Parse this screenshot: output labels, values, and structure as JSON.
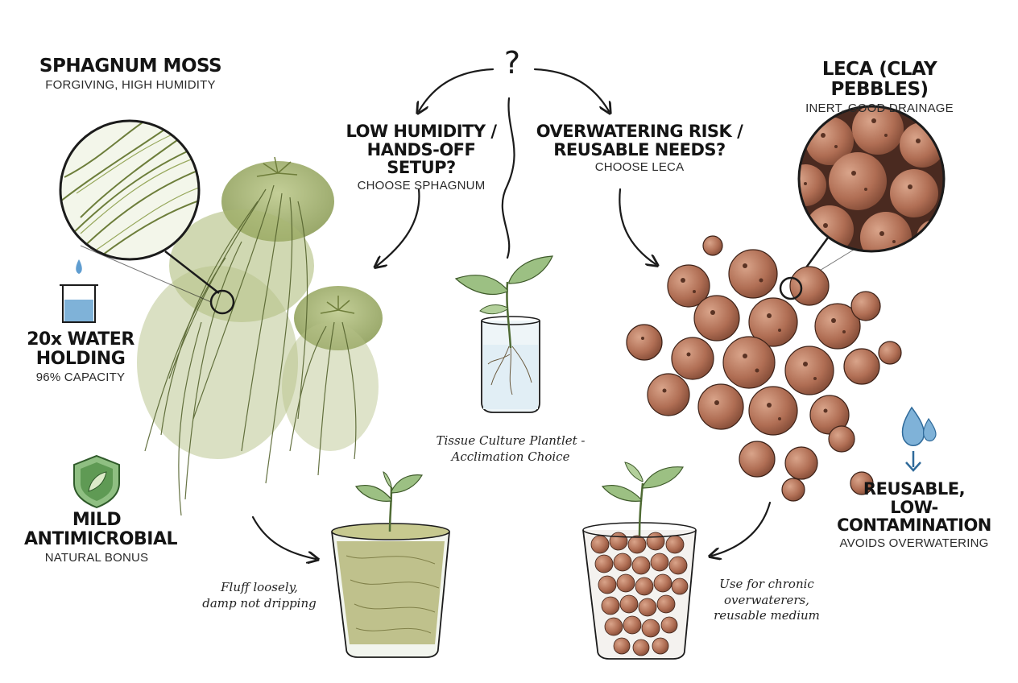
{
  "center": {
    "question_mark": "?",
    "left_question": {
      "line1": "LOW HUMIDITY /",
      "line2": "HANDS-OFF SETUP?",
      "choice": "CHOOSE SPHAGNUM"
    },
    "right_question": {
      "line1": "OVERWATERING RISK /",
      "line2": "REUSABLE NEEDS?",
      "choice": "CHOOSE LECA"
    },
    "plantlet_caption": {
      "line1": "Tissue Culture Plantlet -",
      "line2": "Acclimation Choice"
    }
  },
  "sphagnum": {
    "title": "SPHAGNUM MOSS",
    "subtitle": "FORGIVING, HIGH HUMIDITY",
    "feature_water": {
      "line1": "20x WATER",
      "line2": "HOLDING",
      "sub": "96% CAPACITY"
    },
    "feature_antimicrobial": {
      "line1": "MILD",
      "line2": "ANTIMICROBIAL",
      "sub": "NATURAL BONUS"
    },
    "pot_caption": {
      "line1": "Fluff loosely,",
      "line2": "damp not dripping"
    }
  },
  "leca": {
    "title": "LECA (CLAY PEBBLES)",
    "subtitle": "INERT, GOOD DRAINAGE",
    "feature_reusable": {
      "line1": "REUSABLE,",
      "line2": "LOW-CONTAMINATION",
      "sub": "AVOIDS OVERWATERING"
    },
    "pot_caption": {
      "line1": "Use for chronic",
      "line2": "overwaterers,",
      "line3": "reusable medium"
    }
  },
  "colors": {
    "moss_green": "#93a55c",
    "clay_brown": "#b06e54",
    "water_blue": "#7fb2d8",
    "ink": "#1b1b1b"
  }
}
